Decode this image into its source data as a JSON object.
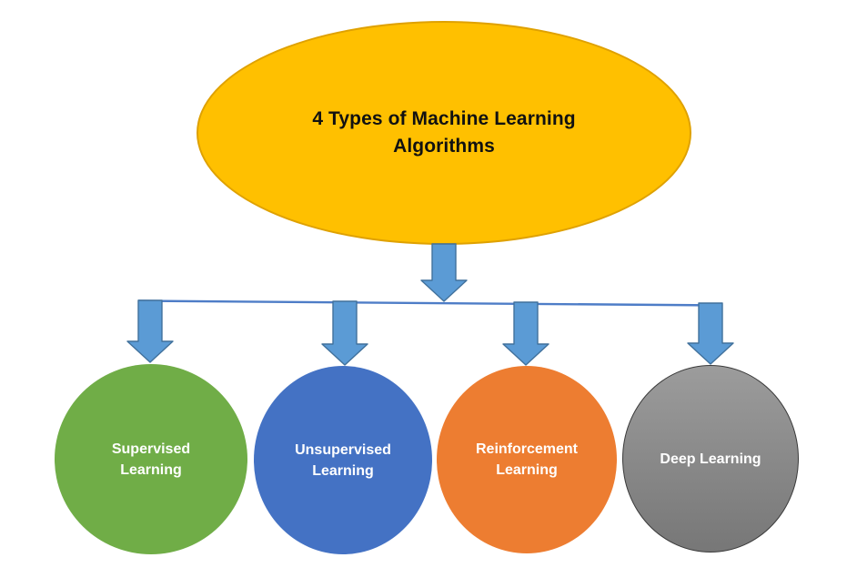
{
  "title": {
    "text": "4 Types of Machine Learning\nAlgorithms"
  },
  "nodes": [
    {
      "id": "supervised-learning",
      "label": "Supervised\nLearning",
      "color": "#70AD47"
    },
    {
      "id": "unsupervised-learning",
      "label": "Unsupervised\nLearning",
      "color": "#4472C4"
    },
    {
      "id": "reinforcement-learning",
      "label": "Reinforcement\nLearning",
      "color": "#ED7D31"
    },
    {
      "id": "deep-learning",
      "label": "Deep Learning",
      "color": "#8C8C8C"
    }
  ],
  "colors": {
    "ellipse-fill": "#FFC000",
    "ellipse-border": "#DFA100",
    "title-text": "#111111",
    "arrow-fill": "#5B9BD5",
    "arrow-stroke": "#41719C",
    "connector-line": "#4E7DC7",
    "node-text": "#FFFFFF",
    "node-supervised": "#70AD47",
    "node-unsupervised": "#4472C4",
    "node-reinforcement": "#ED7D31",
    "node-deep-top": "#9C9C9C",
    "node-deep-bottom": "#777777",
    "node-deep-border": "#3B3B3B"
  }
}
